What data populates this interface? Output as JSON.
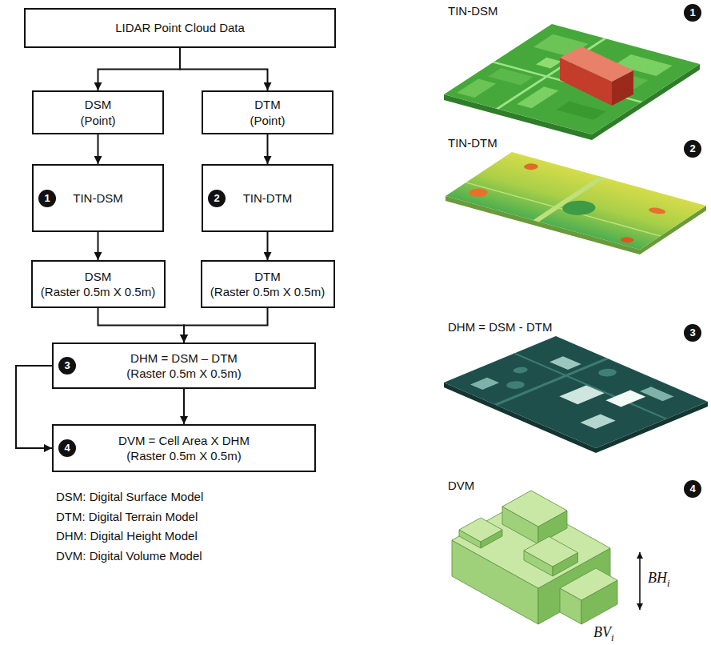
{
  "diagram": {
    "nodes": [
      {
        "text": [
          "LIDAR Point Cloud Data"
        ]
      },
      {
        "text": [
          "DSM",
          "(Point)"
        ]
      },
      {
        "text": [
          "DTM",
          "(Point)"
        ]
      },
      {
        "text": [
          "TIN-DSM"
        ]
      },
      {
        "text": [
          "TIN-DTM"
        ]
      },
      {
        "text": [
          "DSM",
          "(Raster 0.5m X 0.5m)"
        ]
      },
      {
        "text": [
          "DTM",
          "(Raster 0.5m X 0.5m)"
        ]
      },
      {
        "text": [
          "DHM = DSM – DTM",
          "(Raster 0.5m X 0.5m)"
        ]
      },
      {
        "text": [
          "DVM = Cell Area X DHM",
          "(Raster 0.5m X 0.5m)"
        ]
      }
    ],
    "edges": [
      {
        "from": 0,
        "to": 1,
        "arrow": "to"
      },
      {
        "from": 0,
        "to": 2,
        "arrow": "to"
      },
      {
        "from": 1,
        "to": 3,
        "arrow": "to"
      },
      {
        "from": 2,
        "to": 4,
        "arrow": "to"
      },
      {
        "from": 3,
        "to": 5,
        "arrow": "to"
      },
      {
        "from": 4,
        "to": 6,
        "arrow": "to"
      },
      {
        "from": 5,
        "to": 7,
        "arrow": "to"
      },
      {
        "from": 6,
        "to": 7,
        "arrow": "to"
      },
      {
        "from": 7,
        "to": 8,
        "arrow": "to"
      },
      {
        "from": 7,
        "to": 8,
        "arrow": "to"
      }
    ],
    "labels": [
      "1",
      "2",
      "3",
      "4",
      "TIN-DSM",
      "1",
      "TIN-DTM",
      "2",
      "DHM = DSM - DTM",
      "3",
      "DVM",
      "4",
      "BH",
      "i",
      "BV",
      "i",
      "DSM: Digital Surface Model",
      "DTM: Digital Terrain Model",
      "DHM: Digital Height Model",
      "DVM: Digital Volume Model"
    ]
  }
}
